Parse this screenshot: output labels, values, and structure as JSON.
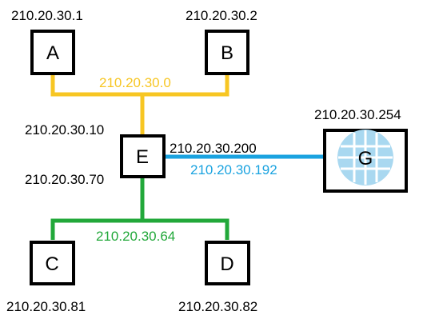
{
  "colors": {
    "box_border": "#000000",
    "text": "#000000",
    "link_ab": "#f7c623",
    "link_cd": "#22a83a",
    "link_eg": "#1aa3e0",
    "globe_fill": "#a9d8f0",
    "globe_grid": "#ffffff"
  },
  "icons": {
    "gateway": "globe-icon"
  },
  "nodes": {
    "a": {
      "label": "A",
      "address": "210.20.30.1"
    },
    "b": {
      "label": "B",
      "address": "210.20.30.2"
    },
    "c": {
      "label": "C",
      "address": "210.20.30.81"
    },
    "d": {
      "label": "D",
      "address": "210.20.30.82"
    },
    "e": {
      "label": "E",
      "address_top": "210.20.30.10",
      "address_bottom": "210.20.30.70",
      "address_right": "210.20.30.200"
    },
    "g": {
      "label": "G",
      "address": "210.20.30.254"
    }
  },
  "networks": {
    "ab": "210.20.30.0",
    "cd": "210.20.30.64",
    "eg": "210.20.30.192"
  }
}
